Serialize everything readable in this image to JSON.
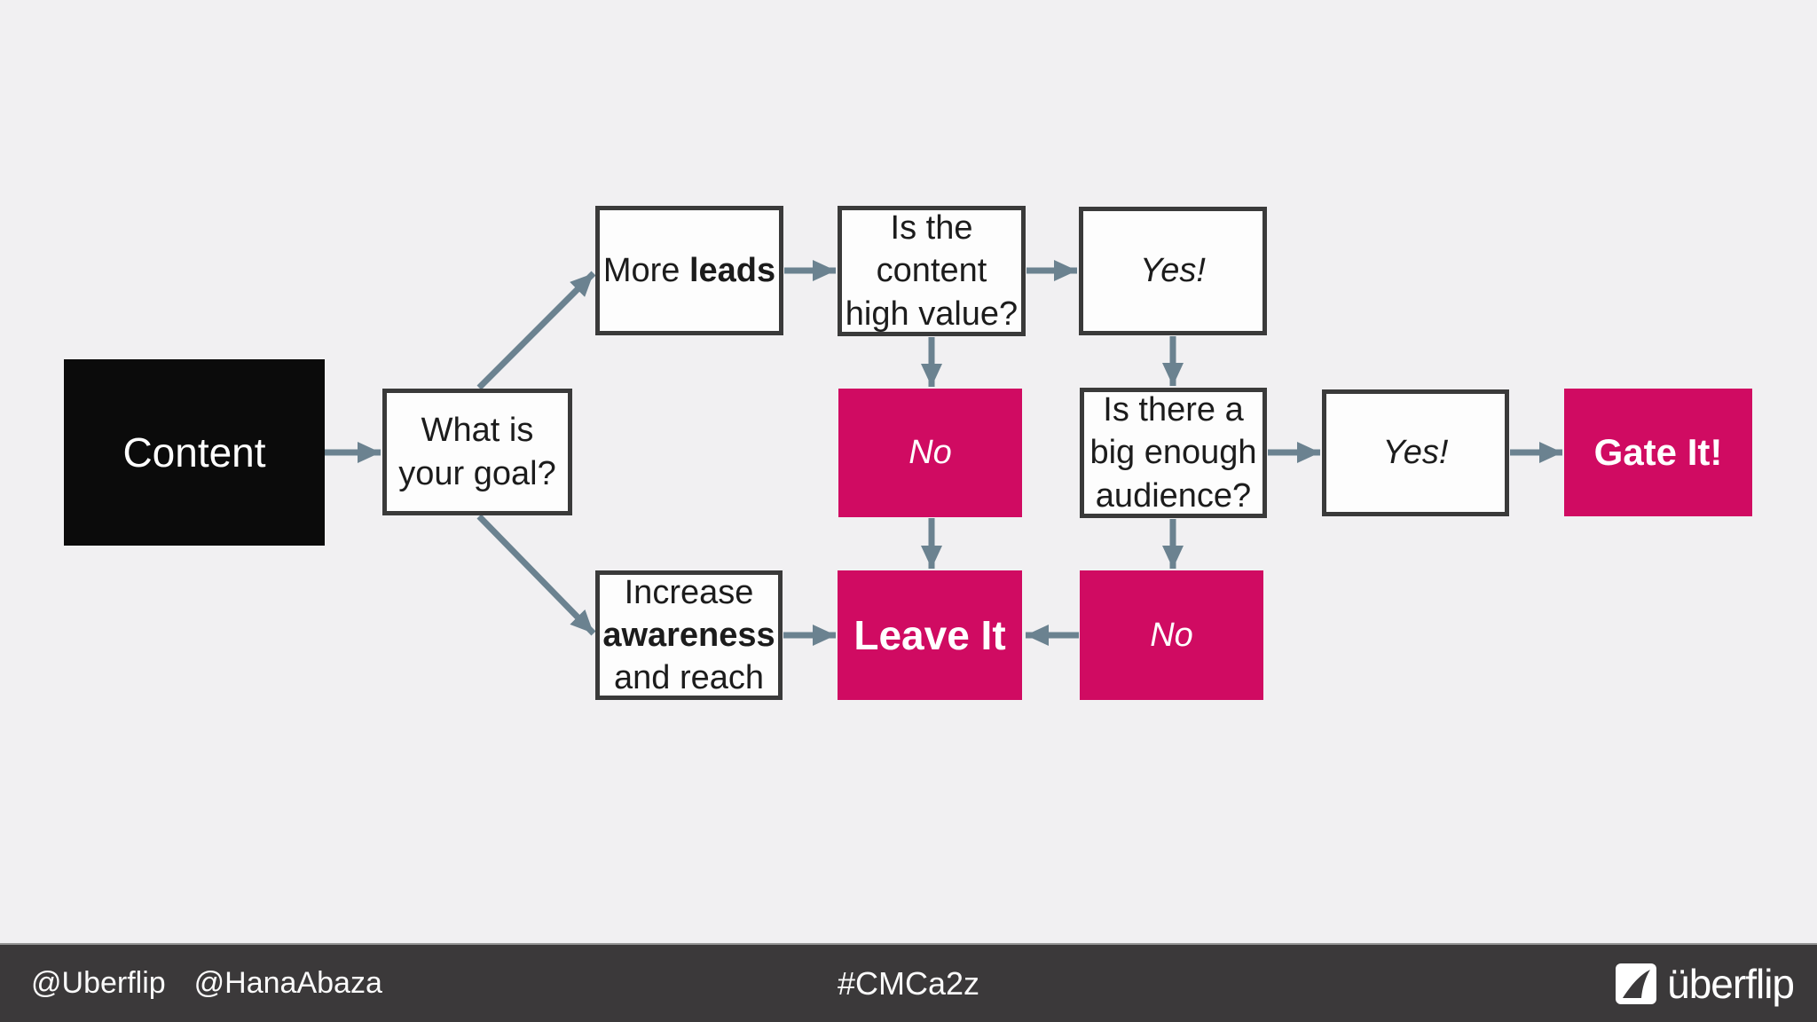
{
  "nodes": {
    "content": {
      "label": "Content"
    },
    "goal": {
      "line1": "What is",
      "line2": "your goal?"
    },
    "more_leads": {
      "normal": "More ",
      "bold": "leads"
    },
    "high_value": {
      "line1": "Is the",
      "line2": "content",
      "line3": "high value?"
    },
    "yes_top": {
      "label": "Yes!"
    },
    "no_mid": {
      "label": "No"
    },
    "audience": {
      "line1": "Is there a",
      "line2": "big enough",
      "line3": "audience?"
    },
    "yes_right": {
      "label": "Yes!"
    },
    "gate_it": {
      "label": "Gate It!"
    },
    "increase": {
      "line1": "Increase",
      "line2_bold": "awareness",
      "line3": "and reach"
    },
    "leave_it": {
      "label": "Leave It"
    },
    "no_bottom": {
      "label": "No"
    }
  },
  "footer": {
    "handle1": "@Uberflip",
    "handle2": "@HanaAbaza",
    "hashtag": "#CMCa2z",
    "logo_text": "überflip",
    "logo_icon": "uberflip-flag-icon"
  },
  "colors": {
    "background": "#f1f0f2",
    "pink": "#d00b62",
    "black_box": "#0b0b0b",
    "white_box": "#fdfdfd",
    "box_border": "#3a3a3a",
    "arrow": "#6b8290",
    "footer_bg": "#3b393a",
    "footer_text": "#fafafa"
  }
}
